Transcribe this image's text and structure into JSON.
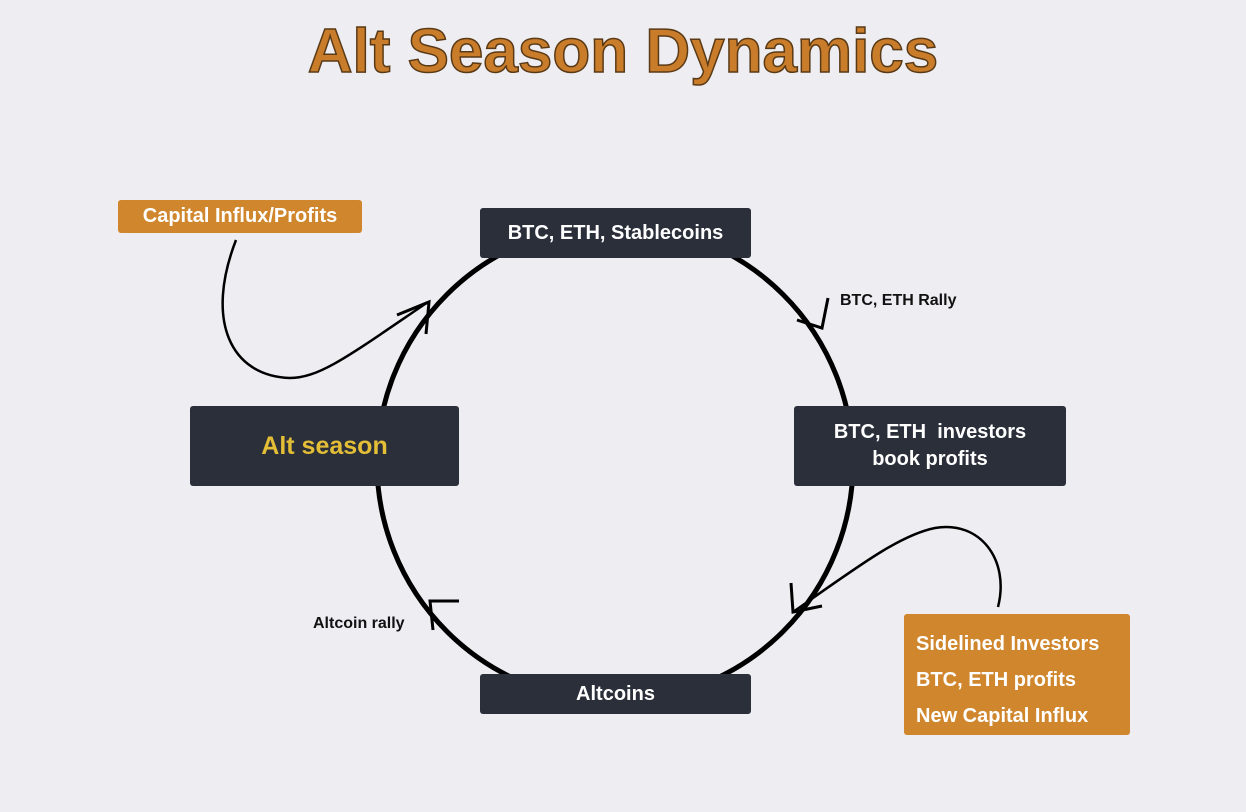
{
  "title": "Alt Season Dynamics",
  "nodes": {
    "top": "BTC, ETH, Stablecoins",
    "left": "Alt season",
    "right_line1": "BTC, ETH  investors",
    "right_line2": "book profits",
    "bottom": "Altcoins"
  },
  "edge_labels": {
    "btc_eth_rally": "BTC, ETH Rally",
    "altcoin_rally": "Altcoin rally"
  },
  "callouts": {
    "capital_influx": "Capital Influx/Profits",
    "sidelined": [
      "Sidelined Investors",
      "BTC, ETH profits",
      "New Capital Influx"
    ]
  },
  "colors": {
    "background": "#EDEDF2",
    "title": "#C97D2A",
    "node_fill": "#2A2F39",
    "alt_season_text": "#E3BE36",
    "callout_fill": "#D0862D"
  }
}
